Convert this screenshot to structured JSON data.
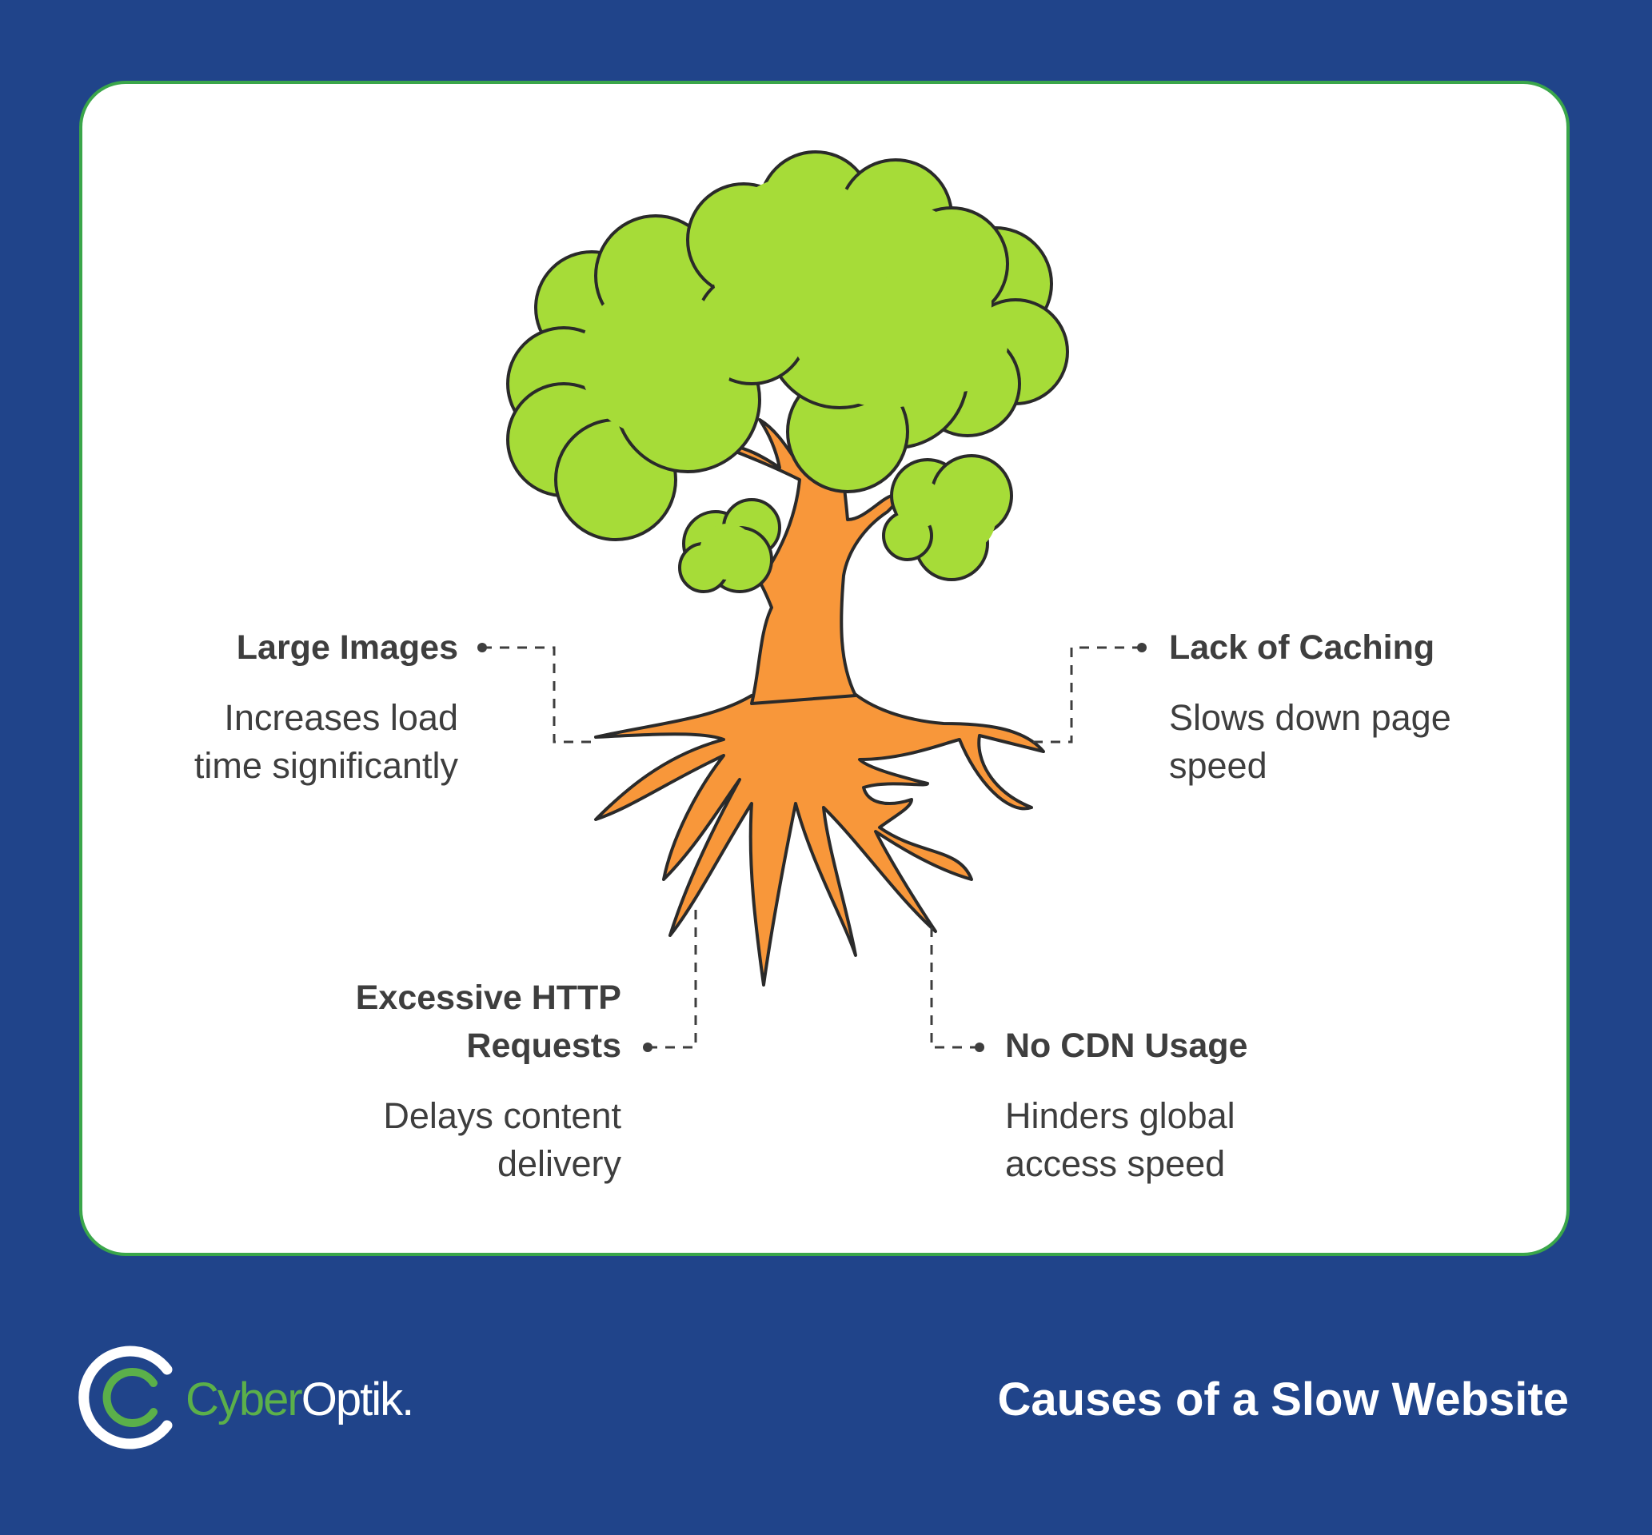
{
  "diagram": {
    "items": [
      {
        "title": "Large Images",
        "description": [
          "Increases load",
          "time significantly"
        ]
      },
      {
        "title": "Lack of Caching",
        "description": [
          "Slows down page",
          "speed"
        ]
      },
      {
        "title": [
          "Excessive HTTP",
          "Requests"
        ],
        "description": [
          "Delays content",
          "delivery"
        ]
      },
      {
        "title": "No CDN Usage",
        "description": [
          "Hinders global",
          "access speed"
        ]
      }
    ]
  },
  "footer": {
    "logo_part1": "Cyber",
    "logo_part2": "Optik.",
    "title": "Causes of a Slow Website"
  },
  "colors": {
    "background": "#20448a",
    "card_border": "#3aa64a",
    "foliage": "#a6dc38",
    "trunk": "#f8973a",
    "text": "#3e3e3e",
    "logo_green": "#5bb04a"
  }
}
